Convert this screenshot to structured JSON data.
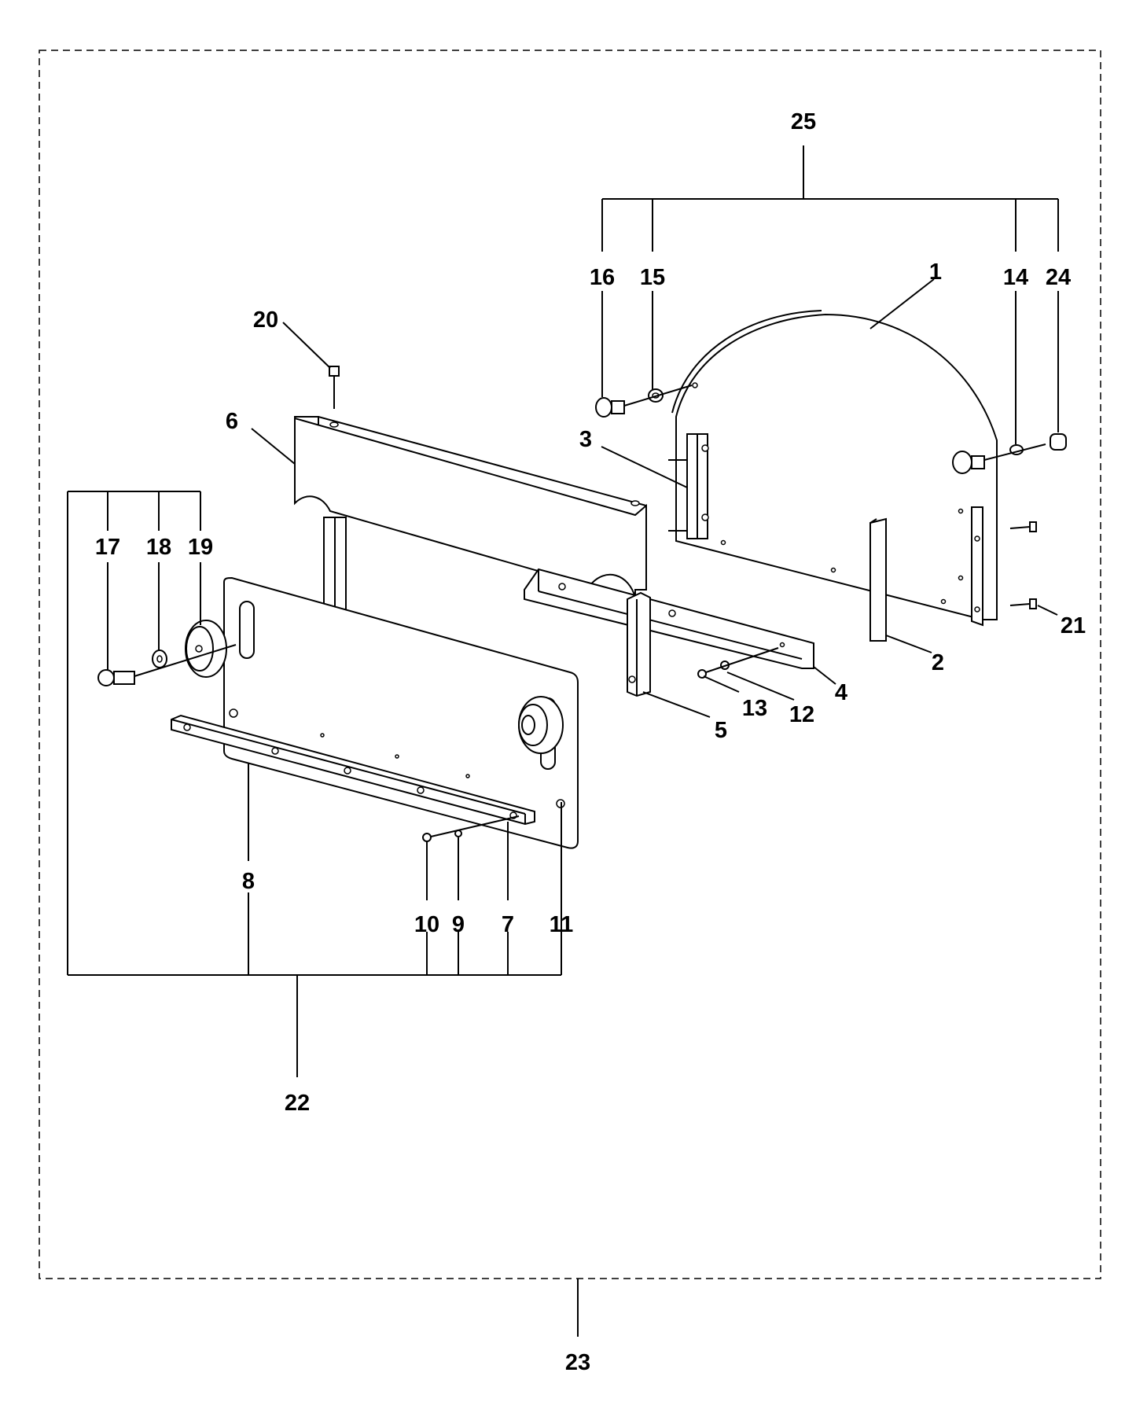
{
  "labels": {
    "p1": "1",
    "p2": "2",
    "p3": "3",
    "p4": "4",
    "p5": "5",
    "p6": "6",
    "p7": "7",
    "p8": "8",
    "p9": "9",
    "p10": "10",
    "p11": "11",
    "p12": "12",
    "p13": "13",
    "p14": "14",
    "p15": "15",
    "p16": "16",
    "p17": "17",
    "p18": "18",
    "p19": "19",
    "p20": "20",
    "p21": "21",
    "p22": "22",
    "p23": "23",
    "p24": "24",
    "p25": "25"
  }
}
